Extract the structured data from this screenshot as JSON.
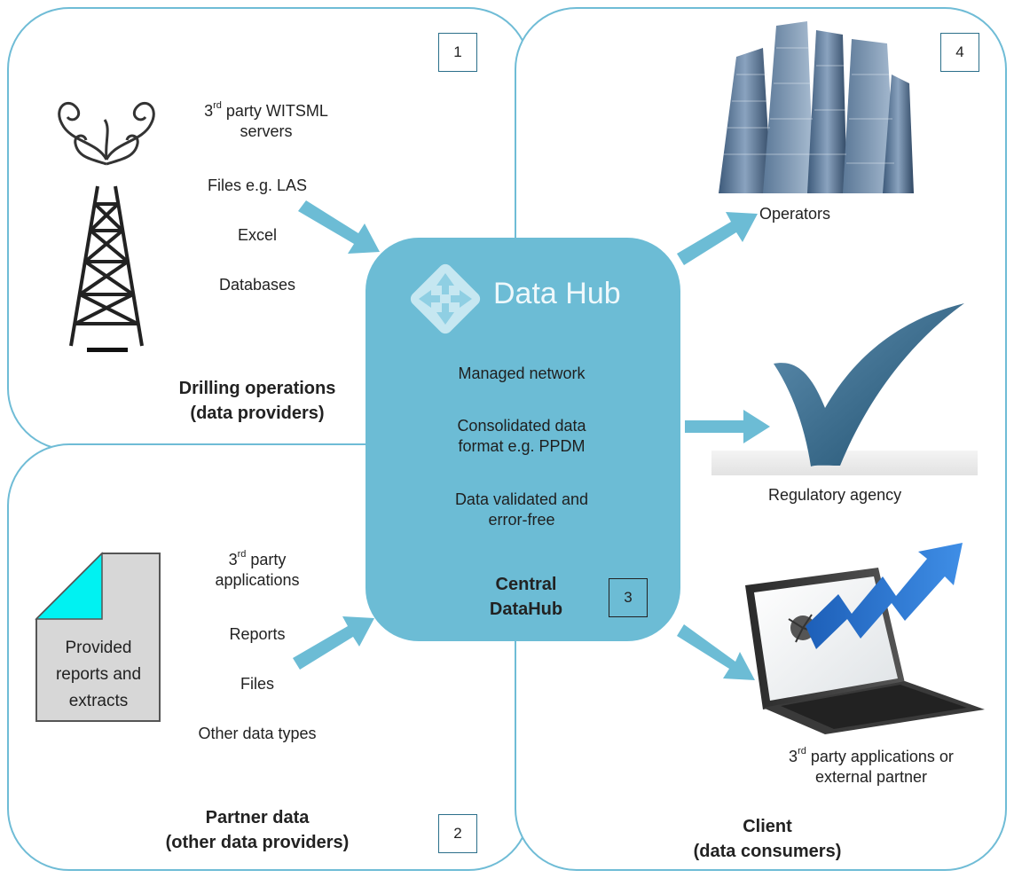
{
  "badges": {
    "b1": "1",
    "b2": "2",
    "b3": "3",
    "b4": "4"
  },
  "quadrant1": {
    "item1_pre": "3",
    "item1_sup": "rd",
    "item1_post": " party WITSML",
    "item1_line2": "servers",
    "item2": "Files e.g. LAS",
    "item3": "Excel",
    "item4": "Databases",
    "title_line1": "Drilling operations",
    "title_line2": "(data providers)"
  },
  "quadrant2": {
    "doc_line1": "Provided",
    "doc_line2": "reports and",
    "doc_line3": "extracts",
    "item1_pre": "3",
    "item1_sup": "rd",
    "item1_post": " party",
    "item1_line2": "applications",
    "item2": "Reports",
    "item3": "Files",
    "item4": "Other data types",
    "title_line1": "Partner data",
    "title_line2": "(other data providers)"
  },
  "hub": {
    "logo_text": "Data Hub",
    "item1": "Managed network",
    "item2_line1": "Consolidated data",
    "item2_line2": "format e.g. PPDM",
    "item3_line1": "Data validated and",
    "item3_line2": "error-free",
    "title_line1": "Central",
    "title_line2": "DataHub"
  },
  "quadrant4": {
    "operators": "Operators",
    "regulatory": "Regulatory agency",
    "client_item_pre": "3",
    "client_item_sup": "rd",
    "client_item_post": " party applications or",
    "client_item_line2": "external partner",
    "title_line1": "Client",
    "title_line2": "(data consumers)"
  },
  "colors": {
    "panel_border": "#6fbcd6",
    "hub_fill": "#6cbcd5",
    "arrow": "#6cbcd5",
    "doc_corner": "#00f2f2"
  }
}
